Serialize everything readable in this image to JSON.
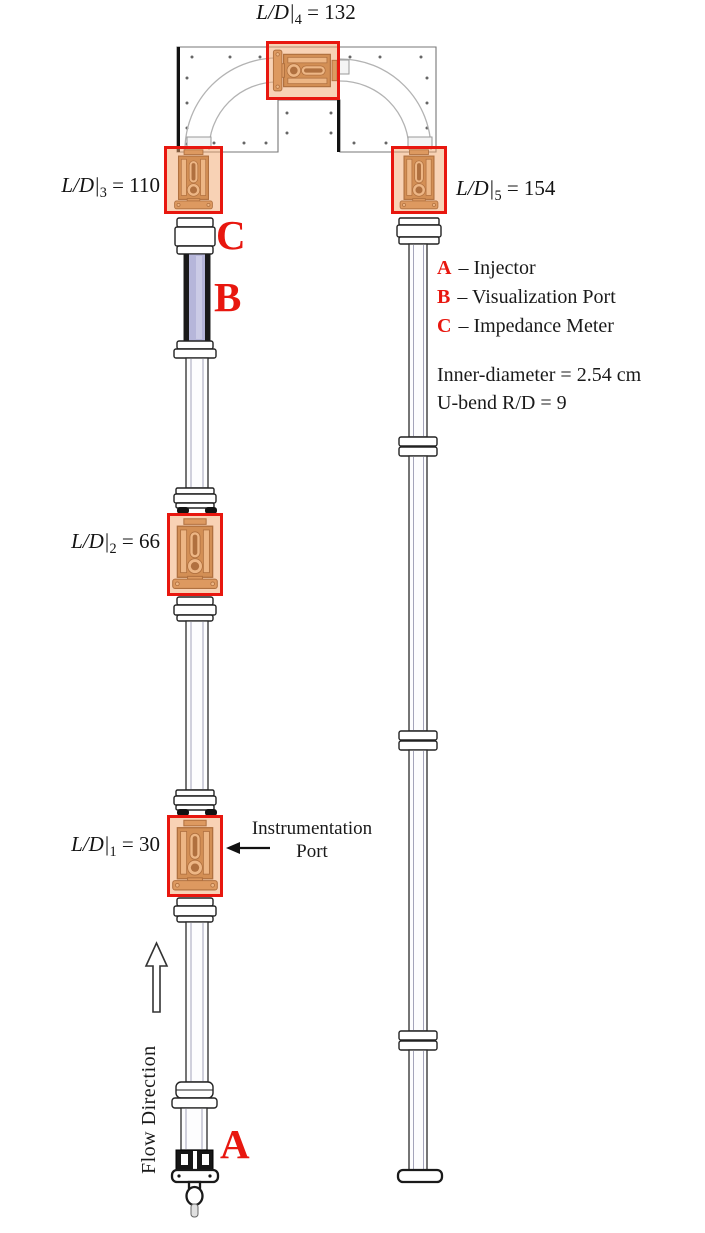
{
  "diagram": {
    "ports": [
      {
        "prefix": "L/D|",
        "sub": "1",
        "eq": " = 30"
      },
      {
        "prefix": "L/D|",
        "sub": "2",
        "eq": " = 66"
      },
      {
        "prefix": "L/D|",
        "sub": "3",
        "eq": " = 110"
      },
      {
        "prefix": "L/D|",
        "sub": "4",
        "eq": " = 132"
      },
      {
        "prefix": "L/D|",
        "sub": "5",
        "eq": " = 154"
      }
    ],
    "legend": [
      {
        "key": "A",
        "text": "– Injector"
      },
      {
        "key": "B",
        "text": "– Visualization Port"
      },
      {
        "key": "C",
        "text": "– Impedance Meter"
      }
    ],
    "specs": [
      "Inner-diameter = 2.54 cm",
      "U-bend R/D = 9"
    ],
    "annotations": {
      "instrumentation_port_line1": "Instrumentation",
      "instrumentation_port_line2": "Port",
      "flow_direction": "Flow Direction",
      "marker_a": "A",
      "marker_b": "B",
      "marker_c": "C"
    },
    "colors": {
      "highlight_border": "#e8170f",
      "highlight_fill": "rgba(242,166,108,0.5)",
      "marker_red": "#e8170f",
      "visualization_purple": "#b6b6da",
      "port_brown_dark": "#6e3a12",
      "port_brown_mid": "#b5793f"
    }
  }
}
